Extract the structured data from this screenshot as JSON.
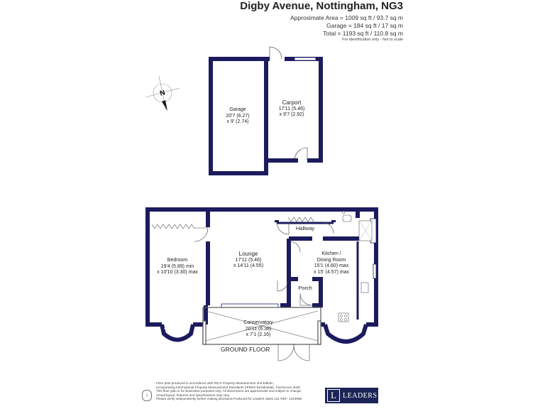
{
  "header": {
    "title": "Digby Avenue, Nottingham, NG3",
    "approx_area": "Approximate Area = 1009 sq ft / 93.7 sq m",
    "garage_area": "Garage = 184 sq ft / 17 sq m",
    "total_area": "Total = 1193 sq ft / 110.8 sq m",
    "identification_note": "For identification only - Not to scale"
  },
  "compass": {
    "letter": "N",
    "icon": "north-arrow-icon"
  },
  "rooms": {
    "garage": {
      "name": "Garage",
      "dim1": "20'7 (6.27)",
      "dim2": "x 9' (2.74)"
    },
    "carport": {
      "name": "Carport",
      "dim1": "17'11 (5.46)",
      "dim2": "x 9'7 (2.92)"
    },
    "bedroom": {
      "name": "Bedroom",
      "dim1": "19'4 (5.89) min",
      "dim2": "x 10'10 (3.30) max"
    },
    "lounge": {
      "name": "Lounge",
      "dim1": "17'11 (5.46)",
      "dim2": "x 14'11 (4.55)"
    },
    "hallway": {
      "name": "Hallway"
    },
    "kitchen": {
      "name": "Kitchen /",
      "name2": "Dining Room",
      "dim1": "15'1 (4.60) max",
      "dim2": "x 15' (4.57) max"
    },
    "porch": {
      "name": "Porch"
    },
    "conservatory": {
      "name": "Conservatory",
      "dim1": "20'11 (6.38)",
      "dim2": "x 7'1 (2.16)"
    }
  },
  "floor_label": "GROUND FLOOR",
  "footer": {
    "disclaimer_lines": [
      "Floor plan produced in accordance with RICS Property Measurement 2nd Edition,",
      "Incorporating International Property Measurement Standards (IPMS2 Residential). ©nichecom 2025.",
      "This floor plan is for illustrative purposes only. All dimensions are approximate and subject to change.",
      "Actual layout, features and specifications may vary.",
      "Please verify independently before making decisions.Produced for Leaders Sales Ltd.   REF: 1344988"
    ],
    "brand_mark": "L",
    "brand_name": "LEADERS"
  },
  "colors": {
    "wall": "#1c1b5e",
    "brand": "#1c2557"
  }
}
